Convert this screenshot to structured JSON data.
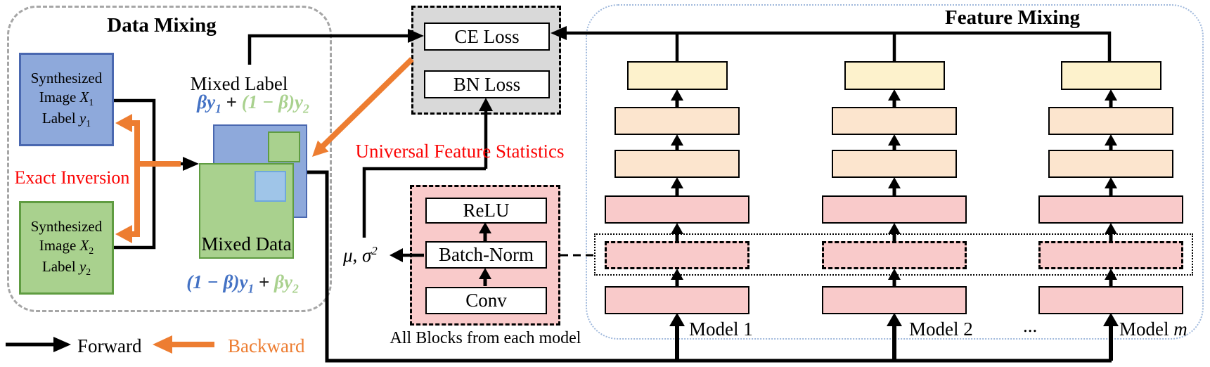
{
  "colors": {
    "orange": "#ED7D31",
    "red": "#FB0505",
    "formula_blue": "#4472C4",
    "formula_green": "#A9D18E",
    "blue_box_fill": "#8EA9DB",
    "green_box_fill": "#A9D18E",
    "light_blue_fill": "#9FC5E8",
    "yellow_fill": "#FDF2CC",
    "peach_fill": "#FCE5CE",
    "pink_fill": "#F9CACA",
    "gray_fill": "#D9D9D9"
  },
  "data_mixing": {
    "title": "Data Mixing",
    "synth1": {
      "line1": "Synthesized",
      "line2_label": "Image ",
      "line2_var": "X",
      "line2_sub": "1",
      "line3_label": "Label ",
      "line3_var": "y",
      "line3_sub": "1"
    },
    "synth2": {
      "line1": "Synthesized",
      "line2_label": "Image ",
      "line2_var": "X",
      "line2_sub": "2",
      "line3_label": "Label ",
      "line3_var": "y",
      "line3_sub": "2"
    },
    "exact_inversion": "Exact Inversion",
    "mixed_label_title": "Mixed Label",
    "label_formula": {
      "blue": "βy",
      "blue_sub": "1",
      "plus": " + ",
      "green": "(1 − β)y",
      "green_sub": "2"
    },
    "mixed_data_label": "Mixed Data",
    "data_formula": {
      "blue": "(1 − β)y",
      "blue_sub": "1",
      "plus": " + ",
      "green": "βy",
      "green_sub": "2"
    }
  },
  "loss_panel": {
    "ce_loss": "CE Loss",
    "bn_loss": "BN Loss"
  },
  "statistics": {
    "label": "Universal Feature Statistics",
    "mu_sigma": "μ, σ",
    "exponent": "2"
  },
  "block_panel": {
    "relu": "ReLU",
    "batch_norm": "Batch-Norm",
    "conv": "Conv",
    "caption": "All Blocks from each model"
  },
  "feature_mixing": {
    "title": "Feature Mixing",
    "model1": "Model 1",
    "model2": "Model 2",
    "ellipsis": "...",
    "model_m_prefix": "Model ",
    "model_m_var": "m"
  },
  "legend": {
    "forward": "Forward",
    "backward": "Backward"
  }
}
